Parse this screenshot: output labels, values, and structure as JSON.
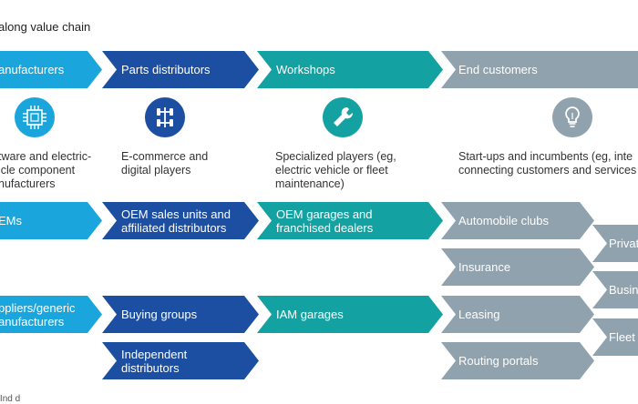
{
  "title": "along value chain",
  "header": {
    "manufacturers": "anufacturers",
    "parts_distributors": "Parts distributors",
    "workshops": "Workshops",
    "end_customers": "End customers"
  },
  "descriptions": {
    "manufacturers": [
      "tware and electric-",
      "icle component",
      "nufacturers"
    ],
    "parts_distributors": [
      "E-commerce and",
      "digital players"
    ],
    "workshops": [
      "Specialized players (eg,",
      "electric vehicle or fleet",
      "maintenance)"
    ],
    "end_customers": [
      "Start-ups and incumbents (eg, inte",
      "connecting customers and services"
    ]
  },
  "icons": {
    "manufacturers": "circuit-chip-icon",
    "parts_distributors": "car-chassis-icon",
    "workshops": "wrench-icon",
    "end_customers": "lightbulb-icon"
  },
  "rows": {
    "oems": "EMs",
    "oem_sales": [
      "OEM sales units and",
      "affiliated distributors"
    ],
    "oem_garages": [
      "OEM garages and",
      "franchised dealers"
    ],
    "automobile_clubs": "Automobile clubs",
    "insurance": "Insurance",
    "suppliers": [
      "ppliers/generic",
      "anufacturers"
    ],
    "buying_groups": "Buying groups",
    "iam_garages": "IAM garages",
    "leasing": "Leasing",
    "independent": [
      "Independent",
      "distributors"
    ],
    "routing_portals": "Routing portals"
  },
  "customers": {
    "private": "Privat",
    "business": "Busin",
    "fleet": "Fleet"
  },
  "footnote": "'Ind     d   "
}
